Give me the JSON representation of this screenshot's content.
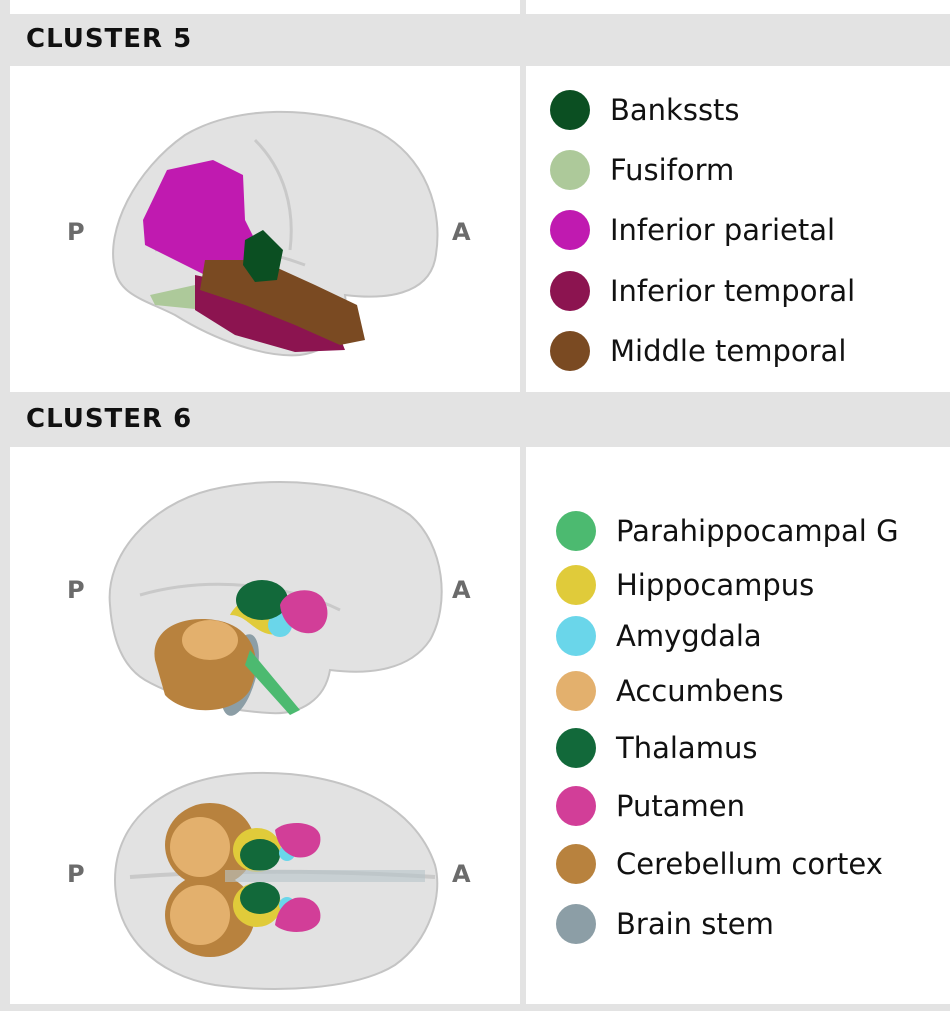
{
  "clusters": [
    {
      "title": "CLUSTER 5",
      "views": [
        {
          "left_label": "P",
          "right_label": "A"
        }
      ],
      "legend": [
        {
          "label": "Bankssts",
          "color": "#0b4f22"
        },
        {
          "label": "Fusiform",
          "color": "#adc99a"
        },
        {
          "label": "Inferior parietal",
          "color": "#c01ab0"
        },
        {
          "label": "Inferior temporal",
          "color": "#8c1450"
        },
        {
          "label": "Middle temporal",
          "color": "#7a4a22"
        }
      ]
    },
    {
      "title": "CLUSTER 6",
      "views": [
        {
          "left_label": "P",
          "right_label": "A"
        },
        {
          "left_label": "P",
          "right_label": "A"
        }
      ],
      "legend": [
        {
          "label": "Parahippocampal G",
          "color": "#4cba70"
        },
        {
          "label": "Hippocampus",
          "color": "#e0cb3a"
        },
        {
          "label": "Amygdala",
          "color": "#6ad6ea"
        },
        {
          "label": "Accumbens",
          "color": "#e3b06d"
        },
        {
          "label": "Thalamus",
          "color": "#12693a"
        },
        {
          "label": "Putamen",
          "color": "#d23e98"
        },
        {
          "label": "Cerebellum cortex",
          "color": "#b8823e"
        },
        {
          "label": "Brain stem",
          "color": "#8c9ea6"
        }
      ]
    }
  ]
}
